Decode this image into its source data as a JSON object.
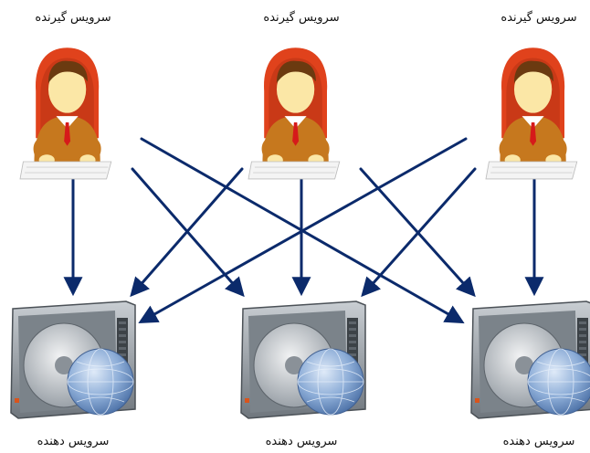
{
  "clients": [
    {
      "label": "سرویس گیرنده"
    },
    {
      "label": "سرویس گیرنده"
    },
    {
      "label": "سرویس گیرنده"
    }
  ],
  "servers": [
    {
      "label": "سرویس دهنده"
    },
    {
      "label": "سرویس دهنده"
    },
    {
      "label": "سرویس دهنده"
    }
  ],
  "connections": [
    {
      "from": 0,
      "to": 0
    },
    {
      "from": 0,
      "to": 1
    },
    {
      "from": 0,
      "to": 2
    },
    {
      "from": 1,
      "to": 0
    },
    {
      "from": 1,
      "to": 1
    },
    {
      "from": 1,
      "to": 2
    },
    {
      "from": 2,
      "to": 0
    },
    {
      "from": 2,
      "to": 1
    },
    {
      "from": 2,
      "to": 2
    }
  ],
  "colors": {
    "arrow": "#0b2a6b",
    "skin": "#fbe7a6",
    "hair": "#6b3a10",
    "sweater": "#c6781e",
    "chair": "#e0421c",
    "keyboard": "#f4f4f4",
    "server_body": "#8e959c",
    "globe": "#6f93c4"
  },
  "icons": {
    "client": "user-at-keyboard-icon",
    "server": "hard-drive-globe-icon"
  }
}
